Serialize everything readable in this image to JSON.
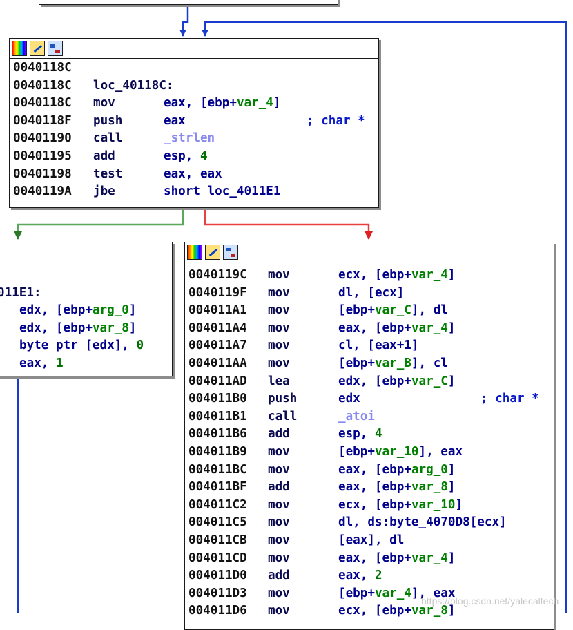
{
  "blocks": {
    "main": {
      "lines": [
        {
          "addr": "0040118C",
          "mnem": "",
          "ops": "",
          "comment": ""
        },
        {
          "addr": "0040118C",
          "mnem": "loc_40118C:",
          "ops": "",
          "comment": ""
        },
        {
          "addr": "0040118C",
          "mnem": "mov",
          "ops": "eax, [ebp+var_4]",
          "comment": ""
        },
        {
          "addr": "0040118F",
          "mnem": "push",
          "ops": "eax",
          "comment": "; char *"
        },
        {
          "addr": "00401190",
          "mnem": "call",
          "ops": "_strlen",
          "comment": ""
        },
        {
          "addr": "00401195",
          "mnem": "add",
          "ops": "esp, 4",
          "comment": ""
        },
        {
          "addr": "00401198",
          "mnem": "test",
          "ops": "eax, eax",
          "comment": ""
        },
        {
          "addr": "0040119A",
          "mnem": "jbe",
          "ops": "short loc_4011E1",
          "comment": ""
        }
      ]
    },
    "left": {
      "lines": [
        {
          "addr": "",
          "mnem": "",
          "ops": "",
          "comment": ""
        },
        {
          "addr": "",
          "mnem": "011E1:",
          "ops": "",
          "comment": ""
        },
        {
          "addr": "",
          "mnem": "",
          "ops": "edx, [ebp+arg_0]",
          "comment": ""
        },
        {
          "addr": "",
          "mnem": "",
          "ops": "edx, [ebp+var_8]",
          "comment": ""
        },
        {
          "addr": "",
          "mnem": "",
          "ops": "byte ptr [edx], 0",
          "comment": ""
        },
        {
          "addr": "",
          "mnem": "",
          "ops": "eax, 1",
          "comment": ""
        }
      ]
    },
    "right": {
      "lines": [
        {
          "addr": "0040119C",
          "mnem": "mov",
          "ops": "ecx, [ebp+var_4]",
          "comment": ""
        },
        {
          "addr": "0040119F",
          "mnem": "mov",
          "ops": "dl, [ecx]",
          "comment": ""
        },
        {
          "addr": "004011A1",
          "mnem": "mov",
          "ops": "[ebp+var_C], dl",
          "comment": ""
        },
        {
          "addr": "004011A4",
          "mnem": "mov",
          "ops": "eax, [ebp+var_4]",
          "comment": ""
        },
        {
          "addr": "004011A7",
          "mnem": "mov",
          "ops": "cl, [eax+1]",
          "comment": ""
        },
        {
          "addr": "004011AA",
          "mnem": "mov",
          "ops": "[ebp+var_B], cl",
          "comment": ""
        },
        {
          "addr": "004011AD",
          "mnem": "lea",
          "ops": "edx, [ebp+var_C]",
          "comment": ""
        },
        {
          "addr": "004011B0",
          "mnem": "push",
          "ops": "edx",
          "comment": "; char *"
        },
        {
          "addr": "004011B1",
          "mnem": "call",
          "ops": "_atoi",
          "comment": ""
        },
        {
          "addr": "004011B6",
          "mnem": "add",
          "ops": "esp, 4",
          "comment": ""
        },
        {
          "addr": "004011B9",
          "mnem": "mov",
          "ops": "[ebp+var_10], eax",
          "comment": ""
        },
        {
          "addr": "004011BC",
          "mnem": "mov",
          "ops": "eax, [ebp+arg_0]",
          "comment": ""
        },
        {
          "addr": "004011BF",
          "mnem": "add",
          "ops": "eax, [ebp+var_8]",
          "comment": ""
        },
        {
          "addr": "004011C2",
          "mnem": "mov",
          "ops": "ecx, [ebp+var_10]",
          "comment": ""
        },
        {
          "addr": "004011C5",
          "mnem": "mov",
          "ops": "dl, ds:byte_4070D8[ecx]",
          "comment": ""
        },
        {
          "addr": "004011CB",
          "mnem": "mov",
          "ops": "[eax], dl",
          "comment": ""
        },
        {
          "addr": "004011CD",
          "mnem": "mov",
          "ops": "eax, [ebp+var_4]",
          "comment": ""
        },
        {
          "addr": "004011D0",
          "mnem": "add",
          "ops": "eax, 2",
          "comment": ""
        },
        {
          "addr": "004011D3",
          "mnem": "mov",
          "ops": "[ebp+var_4], eax",
          "comment": ""
        },
        {
          "addr": "004011D6",
          "mnem": "mov",
          "ops": "ecx, [ebp+var_8]",
          "comment": ""
        }
      ]
    }
  },
  "colors": {
    "edge_normal": "#1a3ccc",
    "edge_true": "#5aa85a",
    "edge_false": "#e84040",
    "fn_name": "#8a8af0",
    "var_name": "#008000"
  },
  "toolbar_icons": [
    "color-palette-icon",
    "edit-pencil-icon",
    "graph-layout-icon"
  ],
  "watermark": "https://blog.csdn.net/yalecaltech"
}
